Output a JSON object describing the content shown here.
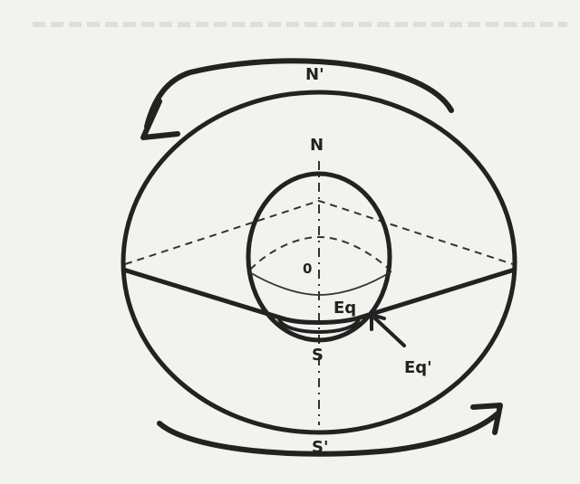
{
  "labels": {
    "n_prime": "N'",
    "n": "N",
    "o": "0",
    "eq": "Eq",
    "s": "S",
    "eq_prime": "Eq'",
    "s_prime": "S'"
  },
  "colors": {
    "ink": "#222222",
    "paper": "#f2f2ee"
  }
}
